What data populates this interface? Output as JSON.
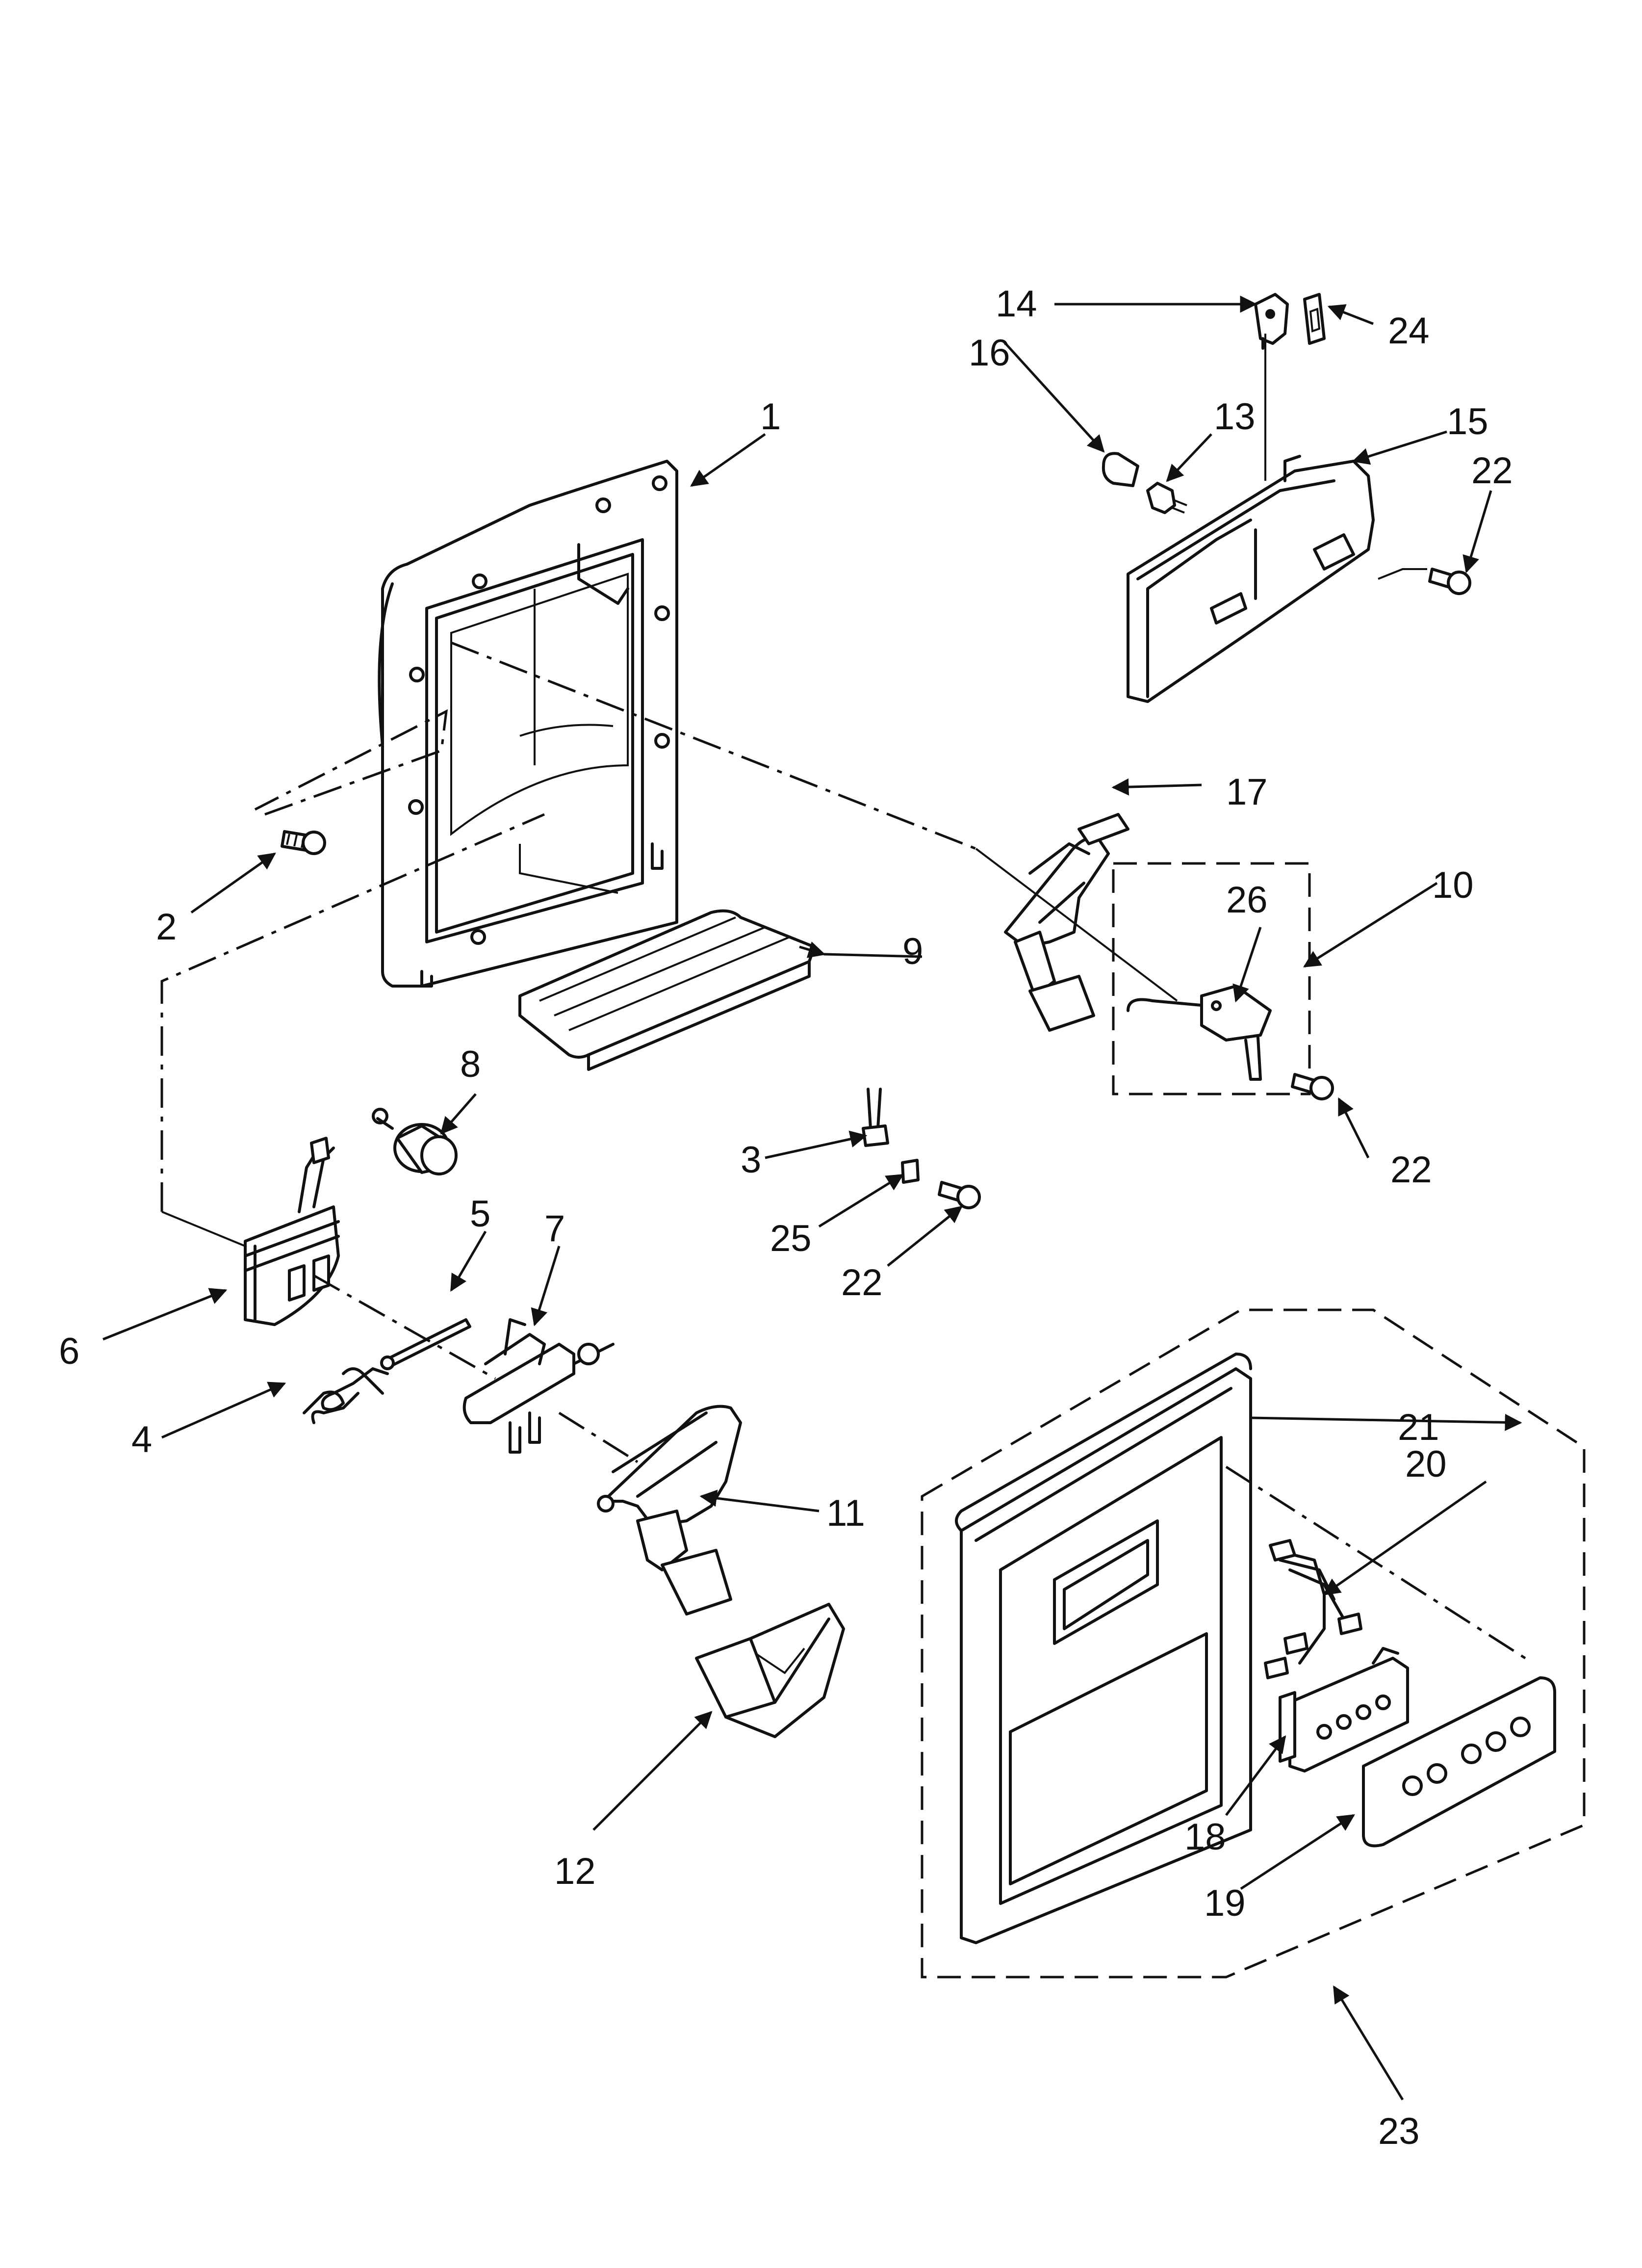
{
  "diagram": {
    "callouts": [
      {
        "id": "1",
        "text": "1"
      },
      {
        "id": "2",
        "text": "2"
      },
      {
        "id": "3",
        "text": "3"
      },
      {
        "id": "4",
        "text": "4"
      },
      {
        "id": "5",
        "text": "5"
      },
      {
        "id": "6",
        "text": "6"
      },
      {
        "id": "7",
        "text": "7"
      },
      {
        "id": "8",
        "text": "8"
      },
      {
        "id": "9",
        "text": "9"
      },
      {
        "id": "10",
        "text": "10"
      },
      {
        "id": "11",
        "text": "11"
      },
      {
        "id": "12",
        "text": "12"
      },
      {
        "id": "13",
        "text": "13"
      },
      {
        "id": "14",
        "text": "14"
      },
      {
        "id": "15",
        "text": "15"
      },
      {
        "id": "16",
        "text": "16"
      },
      {
        "id": "17",
        "text": "17"
      },
      {
        "id": "18",
        "text": "18"
      },
      {
        "id": "19",
        "text": "19"
      },
      {
        "id": "20",
        "text": "20"
      },
      {
        "id": "21",
        "text": "21"
      },
      {
        "id": "22a",
        "text": "22"
      },
      {
        "id": "22b",
        "text": "22"
      },
      {
        "id": "22c",
        "text": "22"
      },
      {
        "id": "23",
        "text": "23"
      },
      {
        "id": "24",
        "text": "24"
      },
      {
        "id": "25",
        "text": "25"
      },
      {
        "id": "26",
        "text": "26"
      }
    ],
    "colors": {
      "ink": "#111111",
      "paper": "#ffffff"
    }
  }
}
